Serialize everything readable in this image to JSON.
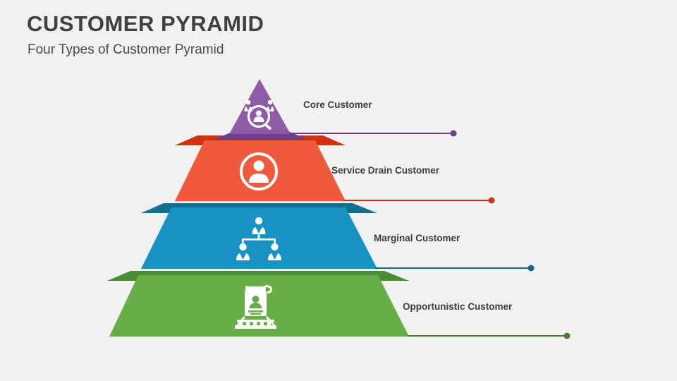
{
  "slide": {
    "background_color": "#f1f1f1",
    "title": "CUSTOMER PYRAMID",
    "subtitle": "Four Types of Customer Pyramid"
  },
  "pyramid": {
    "tiers": [
      {
        "label": "Core Customer",
        "color": "#8e5ba6",
        "shadow_color": "#6f3f84",
        "line_color": "#70427f",
        "icon": "customer-research-icon",
        "shape": "triangle"
      },
      {
        "label": "Service Drain Customer",
        "color": "#ef5a3c",
        "shadow_color": "#cc3311",
        "line_color": "#cc3311",
        "icon": "person-circle-icon",
        "shape": "trapezoid"
      },
      {
        "label": "Marginal Customer",
        "color": "#1792c4",
        "shadow_color": "#13718f",
        "line_color": "#136b8c",
        "icon": "org-chart-icon",
        "shape": "trapezoid"
      },
      {
        "label": "Opportunistic Customer",
        "color": "#67ae48",
        "shadow_color": "#4d8a36",
        "line_color": "#4d7a33",
        "icon": "id-badge-icon",
        "shape": "trapezoid"
      }
    ]
  }
}
